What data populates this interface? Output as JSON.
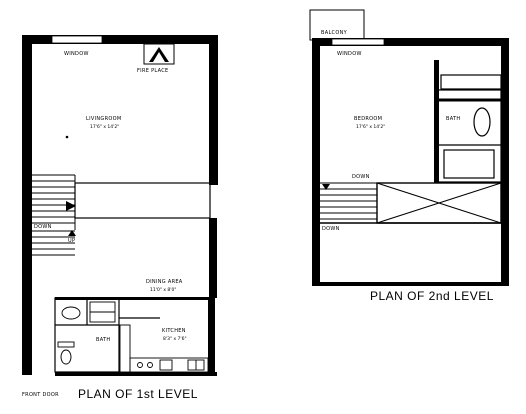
{
  "plan1": {
    "title": "PLAN OF 1st LEVEL",
    "front_door": "FRONT DOOR",
    "window": "WINDOW",
    "fireplace": "FIRE PLACE",
    "living_room": "LIVINGROOM",
    "living_room_dim": "17'6\" x 14'2\"",
    "down": "DOWN",
    "up": "UP",
    "dining_area": "DINING AREA",
    "dining_dim": "11'0\" x 8'0\"",
    "bath": "BATH",
    "kitchen": "KITCHEN",
    "kitchen_dim": "8'3\" x 7'6\""
  },
  "plan2": {
    "title": "PLAN OF 2nd LEVEL",
    "balcony": "BALCONY",
    "window": "WINDOW",
    "bedroom": "BEDROOM",
    "bedroom_dim": "17'6\" x 14'2\"",
    "bath": "BATH",
    "down_upper": "DOWN",
    "down_lower": "DOWN"
  }
}
